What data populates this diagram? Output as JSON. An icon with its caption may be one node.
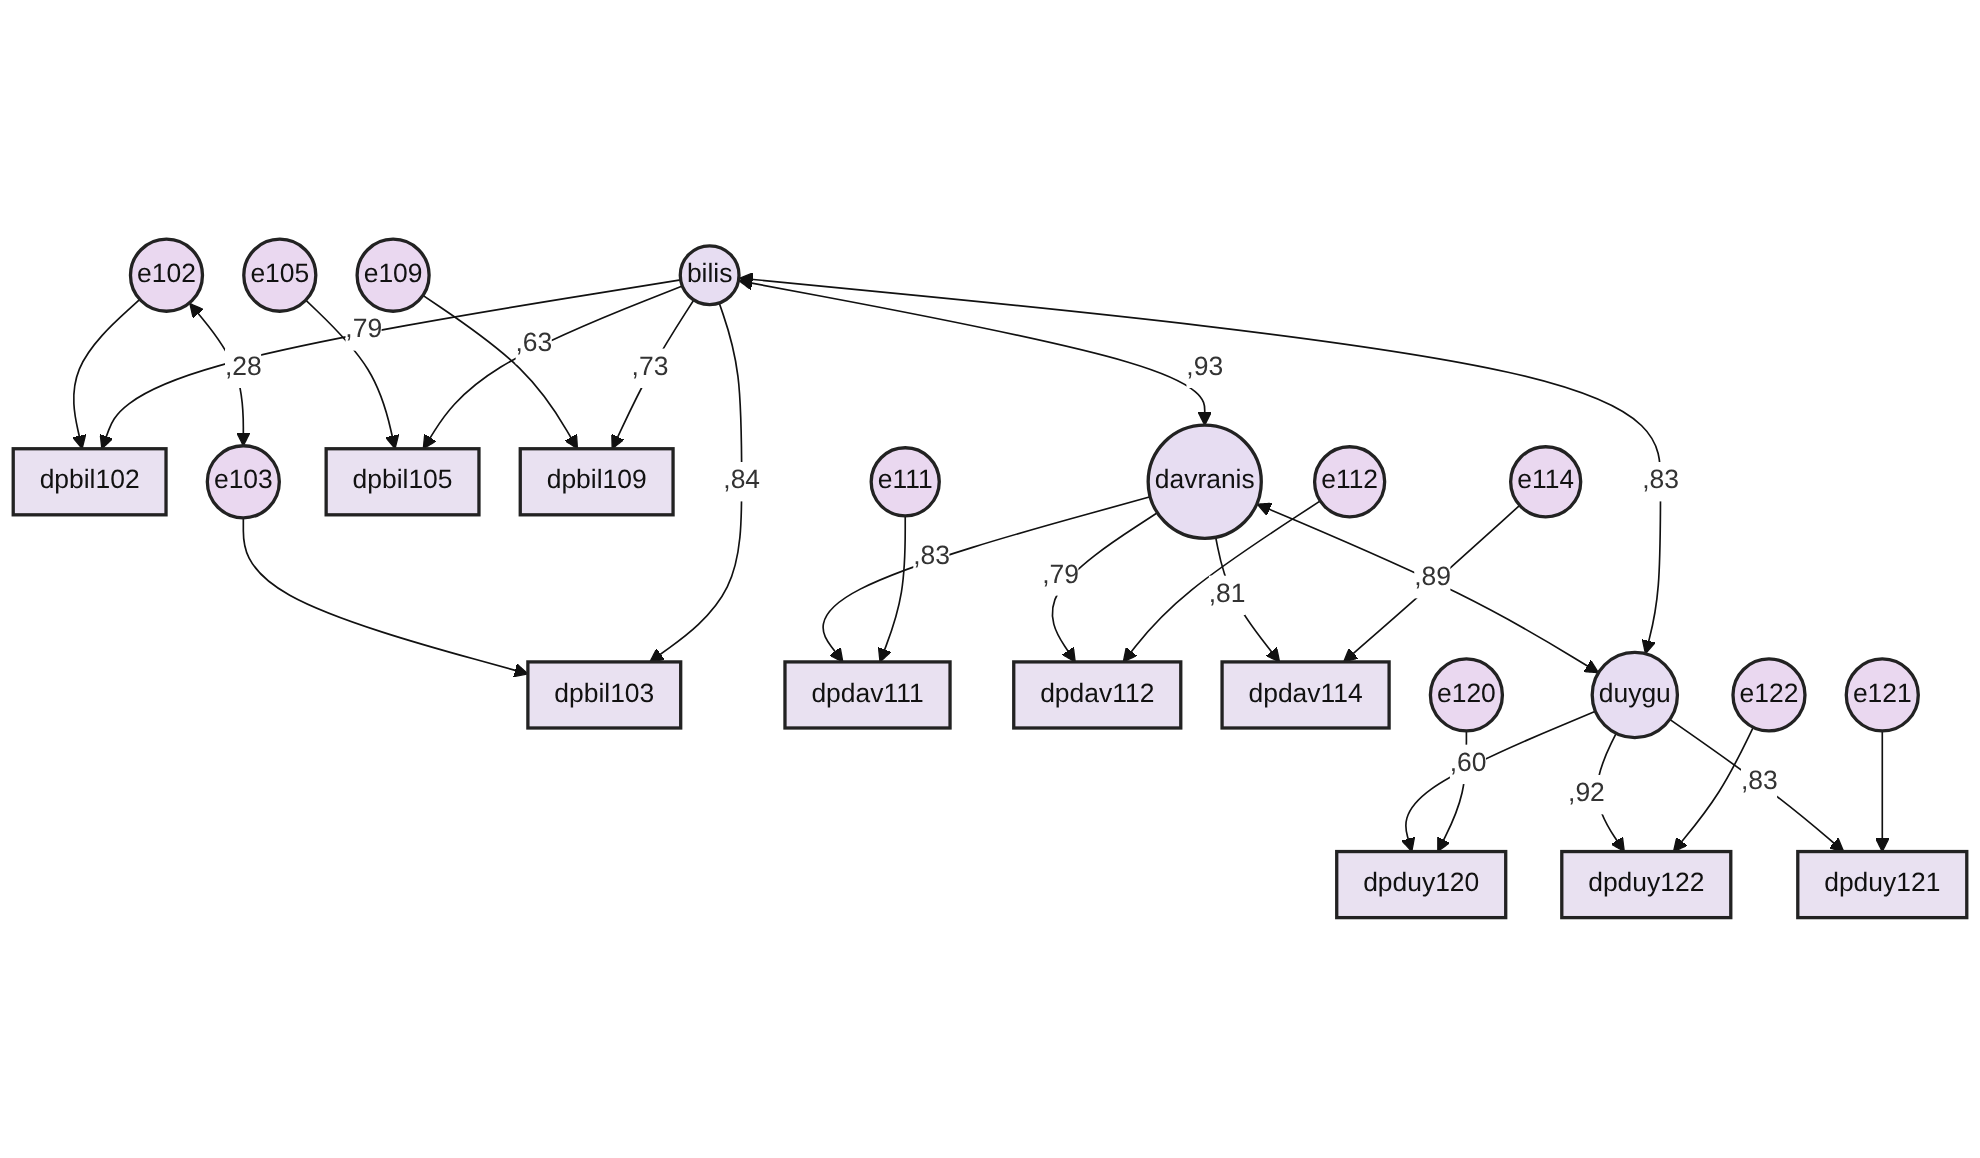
{
  "diagram": {
    "nodes": [
      {
        "text": [
          "e102"
        ]
      },
      {
        "text": [
          "dpbil102"
        ]
      },
      {
        "text": [
          "e103"
        ]
      },
      {
        "text": [
          "dpbil103"
        ]
      },
      {
        "text": [
          "e105"
        ]
      },
      {
        "text": [
          "dpbil105"
        ]
      },
      {
        "text": [
          "e109"
        ]
      },
      {
        "text": [
          "dpbil109"
        ]
      },
      {
        "text": [
          "bilis"
        ]
      },
      {
        "text": [
          "davranis"
        ]
      },
      {
        "text": [
          "dpdav111"
        ]
      },
      {
        "text": [
          "e111"
        ]
      },
      {
        "text": [
          "dpdav112"
        ]
      },
      {
        "text": [
          "e112"
        ]
      },
      {
        "text": [
          "dpdav114"
        ]
      },
      {
        "text": [
          "e114"
        ]
      },
      {
        "text": [
          "duygu"
        ]
      },
      {
        "text": [
          "dpduy120"
        ]
      },
      {
        "text": [
          "dpduy122"
        ]
      },
      {
        "text": [
          "dpduy121"
        ]
      },
      {
        "text": [
          "e120"
        ]
      },
      {
        "text": [
          "e122"
        ]
      },
      {
        "text": [
          "e121"
        ]
      }
    ],
    "edges": [
      {
        "from": 0,
        "to": 2,
        "arrow": "both",
        "label": ",28"
      },
      {
        "from": 0,
        "to": 1,
        "arrow": "to"
      },
      {
        "from": 2,
        "to": 3,
        "arrow": "to"
      },
      {
        "from": 4,
        "to": 5,
        "arrow": "to"
      },
      {
        "from": 6,
        "to": 7,
        "arrow": "to"
      },
      {
        "from": 8,
        "to": 9,
        "arrow": "both",
        "label": ",93"
      },
      {
        "from": 8,
        "to": 1,
        "arrow": "to",
        "label": ",79"
      },
      {
        "from": 8,
        "to": 3,
        "arrow": "to",
        "label": ",84"
      },
      {
        "from": 8,
        "to": 5,
        "arrow": "to",
        "label": ",63"
      },
      {
        "from": 8,
        "to": 7,
        "arrow": "to",
        "label": ",73"
      },
      {
        "from": 9,
        "to": 10,
        "arrow": "to",
        "label": ",83"
      },
      {
        "from": 9,
        "to": 12,
        "arrow": "to",
        "label": ",79"
      },
      {
        "from": 9,
        "to": 14,
        "arrow": "to",
        "label": ",81"
      },
      {
        "from": 11,
        "to": 10,
        "arrow": "to"
      },
      {
        "from": 13,
        "to": 12,
        "arrow": "to"
      },
      {
        "from": 15,
        "to": 14,
        "arrow": "to"
      },
      {
        "from": 9,
        "to": 16,
        "arrow": "both",
        "label": ",89"
      },
      {
        "from": 8,
        "to": 16,
        "arrow": "both",
        "label": ",83"
      },
      {
        "from": 16,
        "to": 17,
        "arrow": "to",
        "label": ",60"
      },
      {
        "from": 16,
        "to": 18,
        "arrow": "to",
        "label": ",92"
      },
      {
        "from": 16,
        "to": 19,
        "arrow": "to",
        "label": ",83"
      },
      {
        "from": 20,
        "to": 17,
        "arrow": "to"
      },
      {
        "from": 21,
        "to": 18,
        "arrow": "to"
      },
      {
        "from": 22,
        "to": 19,
        "arrow": "to"
      }
    ]
  }
}
